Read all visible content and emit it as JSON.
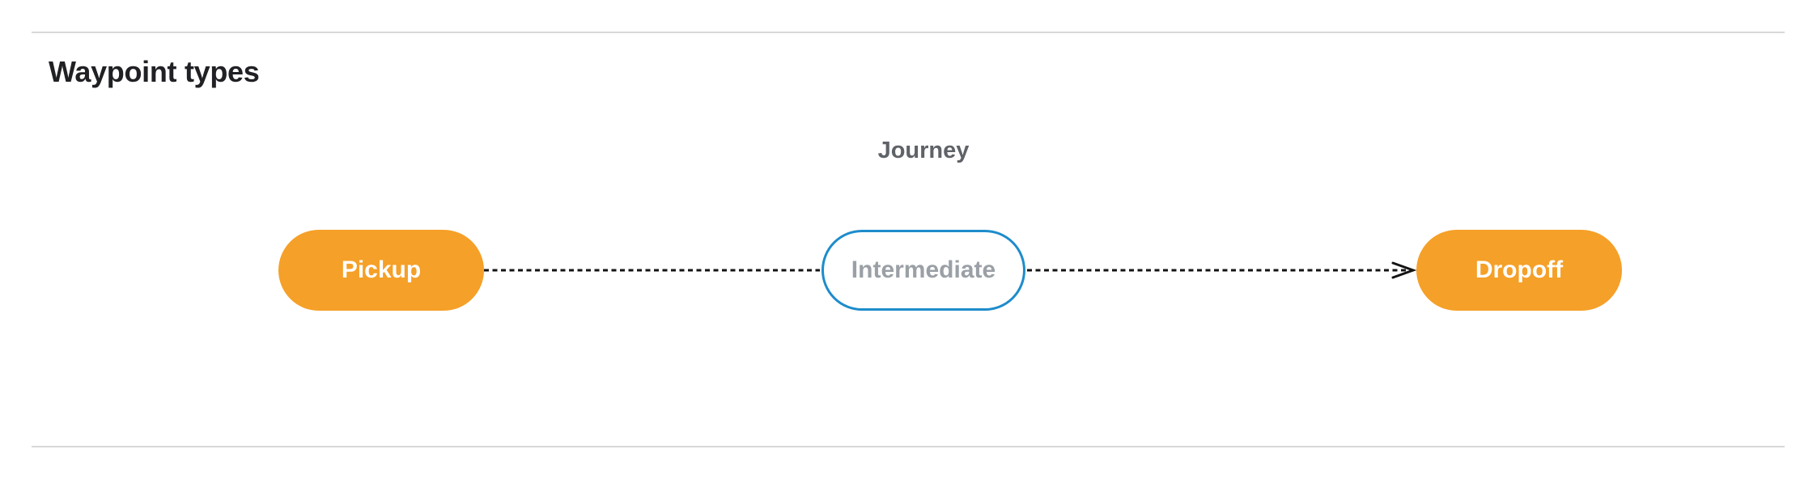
{
  "page": {
    "heading": "Waypoint types"
  },
  "diagram": {
    "title": "Journey",
    "nodes": [
      {
        "id": "pickup",
        "label": "Pickup",
        "type": "endpoint",
        "fill": "#f5a028",
        "text_color": "#ffffff"
      },
      {
        "id": "intermediate",
        "label": "Intermediate",
        "type": "intermediate",
        "fill": "#ffffff",
        "border_color": "#1e8ccb",
        "text_color": "#9aa0a6"
      },
      {
        "id": "dropoff",
        "label": "Dropoff",
        "type": "endpoint",
        "fill": "#f5a028",
        "text_color": "#ffffff"
      }
    ],
    "edges": [
      {
        "from": "pickup",
        "to": "intermediate",
        "style": "dashed",
        "arrowhead": "none"
      },
      {
        "from": "intermediate",
        "to": "dropoff",
        "style": "dashed",
        "arrowhead": "open-vee"
      }
    ],
    "edge_color": "#141414",
    "title_color": "#5f6368"
  },
  "colors": {
    "background": "#ffffff",
    "divider": "#d8d8d8",
    "heading_text": "#202124",
    "node_orange": "#f5a028",
    "node_border_blue": "#1e8ccb",
    "intermediate_text": "#9aa0a6"
  }
}
